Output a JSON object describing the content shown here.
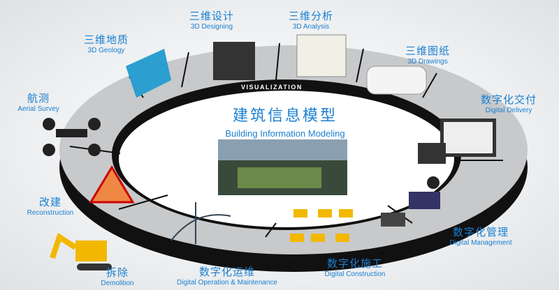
{
  "center": {
    "title_zh": "建筑信息模型",
    "title_en": "Building Information Modeling",
    "ring_label": "VISUALIZATION"
  },
  "stages": [
    {
      "id": "design",
      "zh": "三维设计",
      "en": "3D Designing"
    },
    {
      "id": "analysis",
      "zh": "三维分析",
      "en": "3D Analysis"
    },
    {
      "id": "geology",
      "zh": "三维地质",
      "en": "3D Geology"
    },
    {
      "id": "drawings",
      "zh": "三维图纸",
      "en": "3D Drawings"
    },
    {
      "id": "aerial",
      "zh": "航测",
      "en": "Aerial Survey"
    },
    {
      "id": "delivery",
      "zh": "数字化交付",
      "en": "Digital Delivery"
    },
    {
      "id": "reconstruction",
      "zh": "改建",
      "en": "Reconstruction"
    },
    {
      "id": "management",
      "zh": "数字化管理",
      "en": "Digital Management"
    },
    {
      "id": "demolition",
      "zh": "拆除",
      "en": "Demolition"
    },
    {
      "id": "operation",
      "zh": "数字化运维",
      "en": "Digital Operation & Maintenance"
    },
    {
      "id": "construction",
      "zh": "数字化施工",
      "en": "Digital Construction"
    }
  ],
  "colors": {
    "label": "#1a7fd0",
    "ring": "#c9cacc",
    "rim": "#111111"
  }
}
